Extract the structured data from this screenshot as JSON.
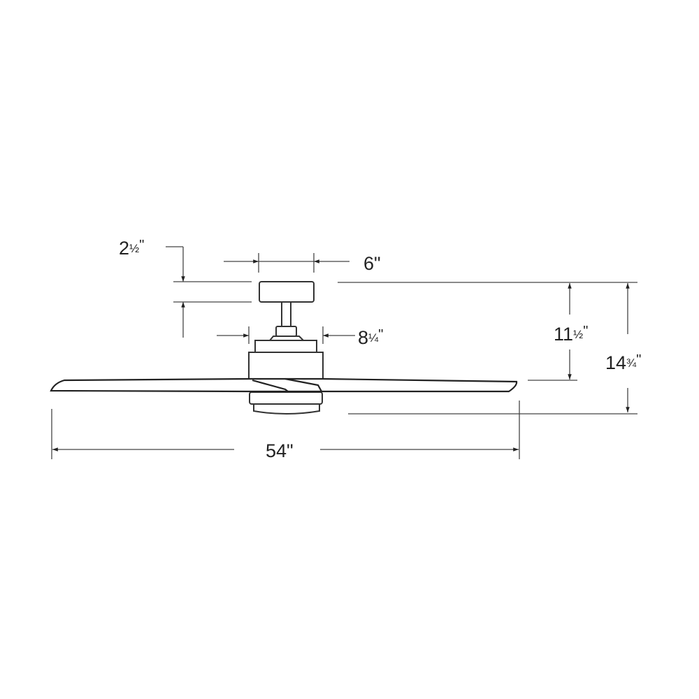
{
  "diagram": {
    "type": "ceiling-fan-dimension-drawing",
    "colors": {
      "line": "#333333",
      "background": "#ffffff",
      "text": "#222222"
    },
    "dimensions": {
      "canopy_height": {
        "whole": "2",
        "fraction": "½",
        "unit": "\"",
        "label": "2½\""
      },
      "canopy_width": {
        "label": "6\""
      },
      "motor_width": {
        "whole": "8",
        "fraction": "¼",
        "unit": "\"",
        "label": "8¼\""
      },
      "ceiling_to_blade": {
        "whole": "11",
        "fraction": "½",
        "unit": "\"",
        "label": "11½\""
      },
      "overall_height": {
        "whole": "14",
        "fraction": "¾",
        "unit": "\"",
        "label": "14¾\""
      },
      "blade_span": {
        "label": "54\""
      }
    }
  }
}
